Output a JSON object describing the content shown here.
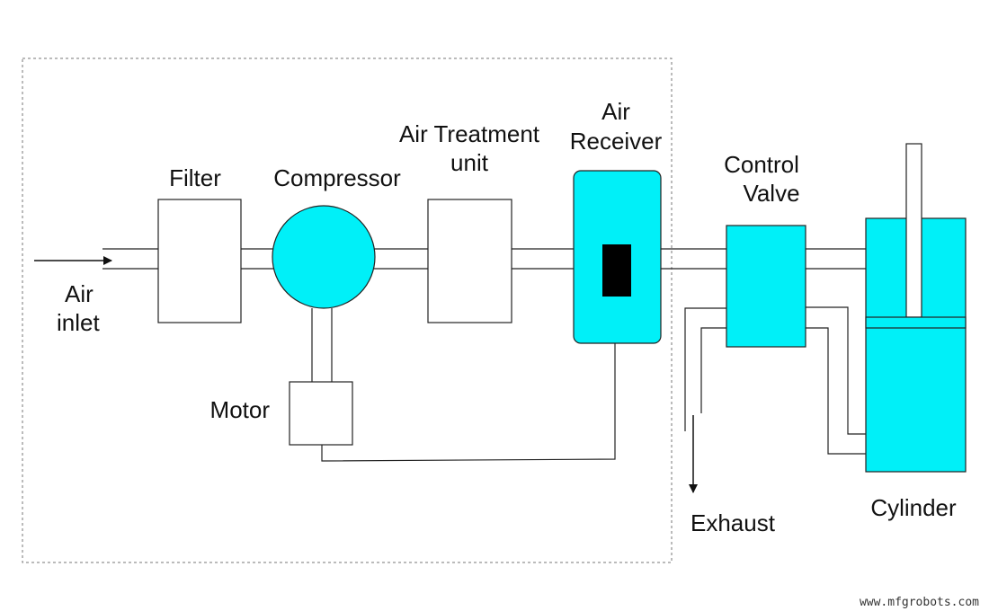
{
  "labels": {
    "air_inlet_line1": "Air",
    "air_inlet_line2": "inlet",
    "filter": "Filter",
    "compressor": "Compressor",
    "air_treatment_line1": "Air Treatment",
    "air_treatment_line2": "unit",
    "air_receiver_line1": "Air",
    "air_receiver_line2": "Receiver",
    "control_valve_line1": "Control",
    "control_valve_line2": "Valve",
    "motor": "Motor",
    "exhaust": "Exhaust",
    "cylinder": "Cylinder"
  },
  "watermark": "www.mfgrobots.com",
  "colors": {
    "component_fill": "#00f0f8",
    "plain_fill": "#ffffff",
    "sensor_fill": "#000000",
    "line": "#222222"
  }
}
